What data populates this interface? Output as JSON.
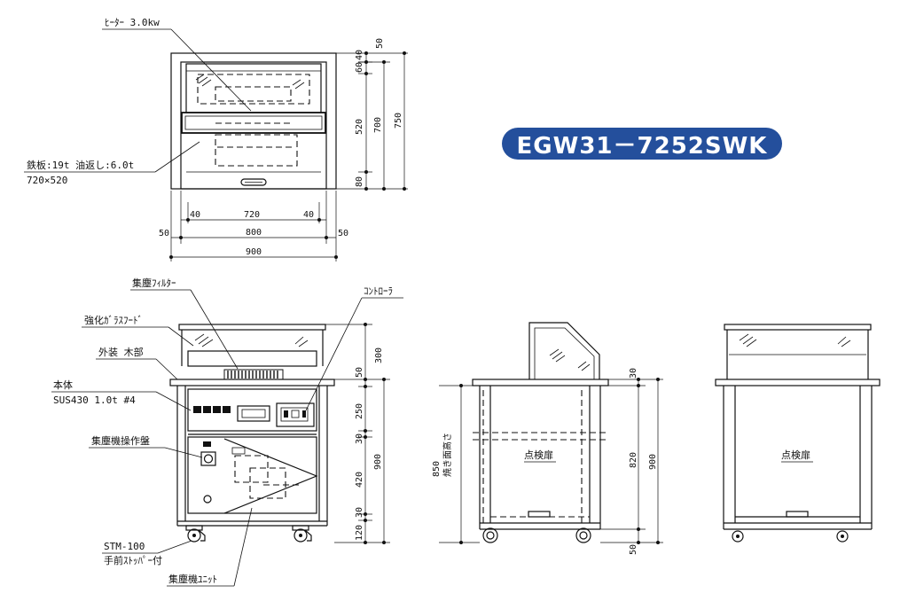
{
  "model_name": "EGW31－7252SWK",
  "top_view": {
    "heater_label": "ﾋｰﾀｰ 3.0kw",
    "plate_label": "鉄板:19t 油返し:6.0t",
    "plate_size": "720×520",
    "dims_right": [
      "50",
      "40",
      "60",
      "520",
      "80",
      "700",
      "750"
    ],
    "dims_bottom": [
      "40",
      "720",
      "40",
      "50",
      "800",
      "50",
      "900"
    ]
  },
  "front_view": {
    "labels": {
      "dust_filter": "集塵ﾌｨﾙﾀｰ",
      "controller": "ｺﾝﾄﾛｰﾗ",
      "glass_hood": "強化ｶﾞﾗｽﾌｰﾄﾞ",
      "exterior": "外装 木部",
      "body": "本体",
      "body_material": "SUS430 1.0t #4",
      "dust_panel": "集塵機操作盤",
      "stopper_model": "STM-100",
      "stopper_desc": "手前ｽﾄｯﾊﾟｰ付",
      "dust_unit": "集塵機ﾕﾆｯﾄ"
    },
    "dims": [
      "300",
      "50",
      "250",
      "30",
      "420",
      "30",
      "120",
      "900"
    ]
  },
  "side_view": {
    "door_label": "点検扉",
    "grill_height_value": "850",
    "grill_height_label": "焼き面高さ",
    "dims": [
      "30",
      "820",
      "50",
      "900"
    ]
  },
  "back_view": {
    "door_label": "点検扉"
  }
}
